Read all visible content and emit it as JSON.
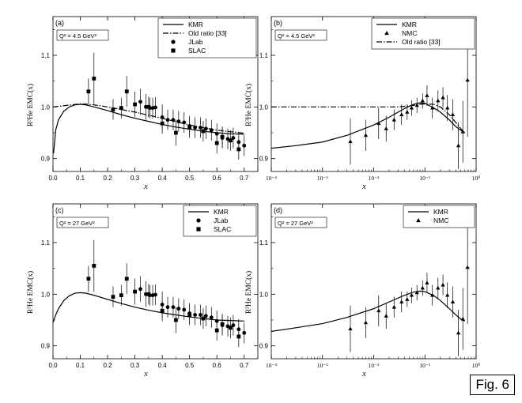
{
  "figure_label": "Fig. 6",
  "chart_data": [
    {
      "type": "scatter",
      "panel": "(a)",
      "annotation": "Q² = 4.5 GeV²",
      "xlabel": "x",
      "ylabel": "R³He EMC(x)",
      "xscale": "linear",
      "xlim": [
        0.0,
        0.75
      ],
      "ylim": [
        0.875,
        1.175
      ],
      "xticks": [
        "0.0",
        "0.1",
        "0.2",
        "0.3",
        "0.4",
        "0.5",
        "0.6",
        "0.7"
      ],
      "yticks": [
        "0.9",
        "1.0",
        "1.1"
      ],
      "legend_position": "top-right",
      "legend": [
        "KMR",
        "Old ratio [33]",
        "JLab",
        "SLAC"
      ],
      "series": [
        {
          "name": "KMR",
          "kind": "line",
          "style": "solid",
          "x": [
            0.002,
            0.01,
            0.02,
            0.04,
            0.06,
            0.08,
            0.1,
            0.12,
            0.15,
            0.2,
            0.25,
            0.3,
            0.35,
            0.4,
            0.45,
            0.5,
            0.55,
            0.6,
            0.65,
            0.7
          ],
          "y": [
            0.91,
            0.955,
            0.975,
            0.992,
            1.0,
            1.004,
            1.005,
            1.004,
            1.0,
            0.993,
            0.985,
            0.978,
            0.972,
            0.966,
            0.961,
            0.957,
            0.953,
            0.95,
            0.948,
            0.947
          ]
        },
        {
          "name": "Old ratio [33]",
          "kind": "line",
          "style": "dash-dot",
          "x": [
            0.0,
            0.05,
            0.1,
            0.15,
            0.2,
            0.3,
            0.4,
            0.5,
            0.6,
            0.7
          ],
          "y": [
            1.0,
            1.003,
            1.006,
            1.004,
            1.0,
            0.99,
            0.978,
            0.965,
            0.955,
            0.949
          ]
        },
        {
          "name": "JLab",
          "kind": "points",
          "marker": "circle",
          "x": [
            0.32,
            0.34,
            0.355,
            0.365,
            0.375,
            0.4,
            0.42,
            0.44,
            0.46,
            0.48,
            0.5,
            0.52,
            0.54,
            0.56,
            0.58,
            0.6,
            0.62,
            0.64,
            0.66,
            0.68,
            0.7
          ],
          "y": [
            1.01,
            1.0,
            0.998,
            0.998,
            0.999,
            0.98,
            0.975,
            0.975,
            0.972,
            0.97,
            0.963,
            0.96,
            0.96,
            0.958,
            0.955,
            0.948,
            0.94,
            0.938,
            0.94,
            0.932,
            0.925
          ],
          "err": [
            0.025,
            0.025,
            0.02,
            0.02,
            0.02,
            0.025,
            0.02,
            0.02,
            0.02,
            0.02,
            0.02,
            0.02,
            0.02,
            0.02,
            0.02,
            0.02,
            0.02,
            0.02,
            0.02,
            0.02,
            0.02
          ]
        },
        {
          "name": "SLAC",
          "kind": "points",
          "marker": "square",
          "x": [
            0.13,
            0.15,
            0.22,
            0.25,
            0.27,
            0.3,
            0.35,
            0.4,
            0.45,
            0.5,
            0.55,
            0.6,
            0.62,
            0.65,
            0.68
          ],
          "y": [
            1.03,
            1.055,
            0.995,
            0.998,
            1.03,
            1.005,
            1.0,
            0.968,
            0.95,
            0.96,
            0.953,
            0.93,
            0.942,
            0.935,
            0.918
          ],
          "err": [
            0.025,
            0.05,
            0.02,
            0.02,
            0.03,
            0.025,
            0.02,
            0.02,
            0.025,
            0.02,
            0.02,
            0.02,
            0.02,
            0.02,
            0.02
          ]
        }
      ]
    },
    {
      "type": "scatter",
      "panel": "(b)",
      "annotation": "Q² = 4.5 GeV²",
      "xlabel": "x",
      "ylabel": "R³He EMC(x)",
      "xscale": "log",
      "xlim": [
        0.0001,
        1.0
      ],
      "ylim": [
        0.875,
        1.175
      ],
      "xticks": [
        "10⁻⁴",
        "10⁻³",
        "10⁻²",
        "10⁻¹",
        "10⁰"
      ],
      "yticks": [
        "0.9",
        "1.0",
        "1.1"
      ],
      "legend_position": "top-right",
      "legend": [
        "KMR",
        "NMC",
        "Old ratio [33]"
      ],
      "series": [
        {
          "name": "KMR",
          "kind": "line",
          "style": "solid",
          "x": [
            0.0001,
            0.0003,
            0.001,
            0.003,
            0.01,
            0.02,
            0.04,
            0.06,
            0.08,
            0.1,
            0.15,
            0.2,
            0.3,
            0.4,
            0.5,
            0.6
          ],
          "y": [
            0.92,
            0.925,
            0.932,
            0.945,
            0.965,
            0.98,
            0.997,
            1.005,
            1.008,
            1.007,
            0.998,
            0.99,
            0.975,
            0.962,
            0.955,
            0.95
          ]
        },
        {
          "name": "Old ratio [33]",
          "kind": "line",
          "style": "dash-dot",
          "x": [
            0.0001,
            0.001,
            0.01,
            0.03,
            0.05,
            0.08,
            0.1,
            0.15,
            0.2,
            0.3,
            0.4,
            0.5,
            0.6
          ],
          "y": [
            1.0,
            1.0,
            1.0,
            1.0,
            1.002,
            1.005,
            1.006,
            1.005,
            1.0,
            0.985,
            0.97,
            0.958,
            0.95
          ]
        },
        {
          "name": "NMC",
          "kind": "points",
          "marker": "triangle",
          "x": [
            0.0035,
            0.007,
            0.0125,
            0.0175,
            0.025,
            0.035,
            0.045,
            0.055,
            0.07,
            0.09,
            0.11,
            0.14,
            0.18,
            0.225,
            0.275,
            0.35,
            0.45,
            0.55,
            0.68
          ],
          "y": [
            0.933,
            0.945,
            0.968,
            0.958,
            0.975,
            0.985,
            0.99,
            0.998,
            1.003,
            1.012,
            1.022,
            0.998,
            1.012,
            1.018,
            0.998,
            0.985,
            0.925,
            0.952,
            1.052
          ],
          "err": [
            0.045,
            0.03,
            0.03,
            0.025,
            0.02,
            0.02,
            0.015,
            0.015,
            0.015,
            0.015,
            0.02,
            0.02,
            0.02,
            0.02,
            0.025,
            0.03,
            0.045,
            0.06,
            0.11
          ]
        }
      ]
    },
    {
      "type": "scatter",
      "panel": "(c)",
      "annotation": "Q² = 27 GeV²",
      "xlabel": "x",
      "ylabel": "R³He EMC(x)",
      "xscale": "linear",
      "xlim": [
        0.0,
        0.75
      ],
      "ylim": [
        0.875,
        1.175
      ],
      "xticks": [
        "0.0",
        "0.1",
        "0.2",
        "0.3",
        "0.4",
        "0.5",
        "0.6",
        "0.7"
      ],
      "yticks": [
        "0.9",
        "1.0",
        "1.1"
      ],
      "legend_position": "top-right",
      "legend": [
        "KMR",
        "JLab",
        "SLAC"
      ],
      "series": [
        {
          "name": "KMR",
          "kind": "line",
          "style": "solid",
          "x": [
            0.0,
            0.01,
            0.02,
            0.04,
            0.06,
            0.08,
            0.1,
            0.12,
            0.15,
            0.2,
            0.25,
            0.3,
            0.35,
            0.4,
            0.45,
            0.5,
            0.55,
            0.6,
            0.65,
            0.7
          ],
          "y": [
            0.945,
            0.96,
            0.972,
            0.988,
            0.997,
            1.002,
            1.003,
            1.002,
            0.998,
            0.99,
            0.982,
            0.975,
            0.969,
            0.964,
            0.96,
            0.956,
            0.953,
            0.95,
            0.949,
            0.948
          ]
        },
        {
          "name": "JLab",
          "kind": "points",
          "marker": "circle",
          "x": [
            0.32,
            0.34,
            0.355,
            0.365,
            0.375,
            0.4,
            0.42,
            0.44,
            0.46,
            0.48,
            0.5,
            0.52,
            0.54,
            0.56,
            0.58,
            0.6,
            0.62,
            0.64,
            0.66,
            0.68,
            0.7
          ],
          "y": [
            1.01,
            1.0,
            0.998,
            0.998,
            0.999,
            0.98,
            0.975,
            0.975,
            0.972,
            0.97,
            0.963,
            0.96,
            0.96,
            0.958,
            0.955,
            0.948,
            0.94,
            0.938,
            0.94,
            0.932,
            0.925
          ],
          "err": [
            0.025,
            0.025,
            0.02,
            0.02,
            0.02,
            0.025,
            0.02,
            0.02,
            0.02,
            0.02,
            0.02,
            0.02,
            0.02,
            0.02,
            0.02,
            0.02,
            0.02,
            0.02,
            0.02,
            0.02,
            0.02
          ]
        },
        {
          "name": "SLAC",
          "kind": "points",
          "marker": "square",
          "x": [
            0.13,
            0.15,
            0.22,
            0.25,
            0.27,
            0.3,
            0.35,
            0.4,
            0.45,
            0.5,
            0.55,
            0.6,
            0.62,
            0.65,
            0.68
          ],
          "y": [
            1.03,
            1.055,
            0.995,
            0.998,
            1.03,
            1.005,
            1.0,
            0.968,
            0.95,
            0.96,
            0.953,
            0.93,
            0.942,
            0.935,
            0.918
          ],
          "err": [
            0.025,
            0.05,
            0.02,
            0.02,
            0.03,
            0.025,
            0.02,
            0.02,
            0.025,
            0.02,
            0.02,
            0.02,
            0.02,
            0.02,
            0.02
          ]
        }
      ]
    },
    {
      "type": "scatter",
      "panel": "(d)",
      "annotation": "Q² = 27 GeV²",
      "xlabel": "x",
      "ylabel": "R³He EMC(x)",
      "xscale": "log",
      "xlim": [
        0.0001,
        1.0
      ],
      "ylim": [
        0.875,
        1.175
      ],
      "xticks": [
        "10⁻⁴",
        "10⁻³",
        "10⁻²",
        "10⁻¹",
        "10⁰"
      ],
      "yticks": [
        "0.9",
        "1.0",
        "1.1"
      ],
      "legend_position": "top-right",
      "legend": [
        "KMR",
        "NMC"
      ],
      "series": [
        {
          "name": "KMR",
          "kind": "line",
          "style": "solid",
          "x": [
            0.0001,
            0.0003,
            0.001,
            0.003,
            0.01,
            0.02,
            0.04,
            0.06,
            0.08,
            0.1,
            0.15,
            0.2,
            0.3,
            0.4,
            0.5,
            0.6
          ],
          "y": [
            0.928,
            0.935,
            0.943,
            0.955,
            0.972,
            0.985,
            0.998,
            1.004,
            1.006,
            1.005,
            0.997,
            0.988,
            0.972,
            0.96,
            0.952,
            0.948
          ]
        },
        {
          "name": "NMC",
          "kind": "points",
          "marker": "triangle",
          "x": [
            0.0035,
            0.007,
            0.0125,
            0.0175,
            0.025,
            0.035,
            0.045,
            0.055,
            0.07,
            0.09,
            0.11,
            0.14,
            0.18,
            0.225,
            0.275,
            0.35,
            0.45,
            0.55,
            0.68
          ],
          "y": [
            0.933,
            0.945,
            0.968,
            0.958,
            0.975,
            0.985,
            0.99,
            0.998,
            1.003,
            1.012,
            1.022,
            0.998,
            1.012,
            1.018,
            0.998,
            0.985,
            0.925,
            0.952,
            1.052
          ],
          "err": [
            0.045,
            0.03,
            0.03,
            0.025,
            0.02,
            0.02,
            0.015,
            0.015,
            0.015,
            0.015,
            0.02,
            0.02,
            0.02,
            0.02,
            0.025,
            0.03,
            0.045,
            0.06,
            0.11
          ]
        }
      ]
    }
  ]
}
